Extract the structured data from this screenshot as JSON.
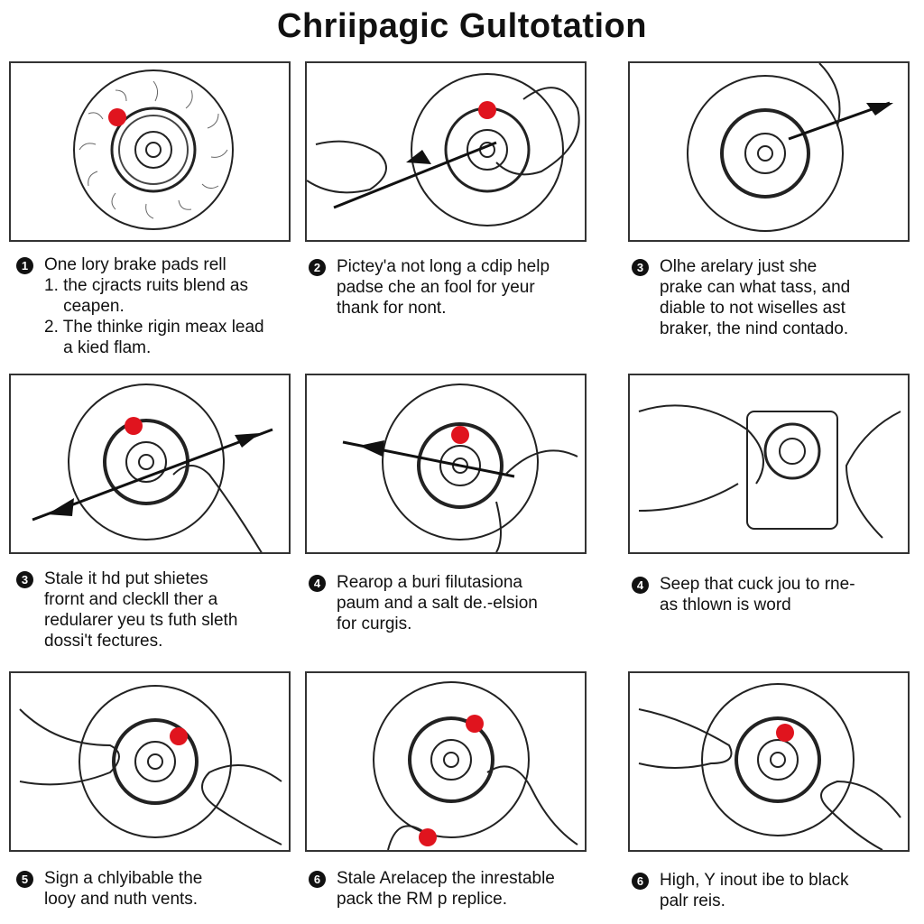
{
  "title": "Chriipagic Gultotation",
  "colors": {
    "marker": "#e0141e",
    "ink": "#111111"
  },
  "steps": [
    {
      "badge": "1",
      "text": "One lory brake pads rell\n1. the cjracts ruits blend as\n    ceapen.\n2. The thinke rigin meax lead\n    a kied flam.",
      "marker": "1"
    },
    {
      "badge": "2",
      "text": "Pictey'a not long a cdip help\npadse che an fool for yeur\nthank for nont.",
      "marker": "1"
    },
    {
      "badge": "3",
      "text": "Olhe arelary just she\nprake can what tass, and\ndiable to not wiselles ast\nbraker, the nind contado.",
      "marker": ""
    },
    {
      "badge": "3",
      "text": "Stale it hd put shietes\nfrornt and cleckll ther a\nredularer yeu ts futh sleth\ndossi't fectures.",
      "marker": "3"
    },
    {
      "badge": "4",
      "text": "Rearop a buri filutasiona\npaum and a salt de.-elsion\nfor curgis.",
      "marker": "1"
    },
    {
      "badge": "4",
      "text": "Seep that cuck jou to rne-\nas thlown is word",
      "marker": ""
    },
    {
      "badge": "5",
      "text": "Sign a chlyibable the\nlooy and nuth vents.",
      "marker": "3"
    },
    {
      "badge": "6",
      "text": "Stale Arelacep the inrestable\npack the RM p replice.",
      "marker": ""
    },
    {
      "badge": "6",
      "text": "High, Y inout ibe to black\npalr reis.",
      "marker": "3"
    }
  ]
}
